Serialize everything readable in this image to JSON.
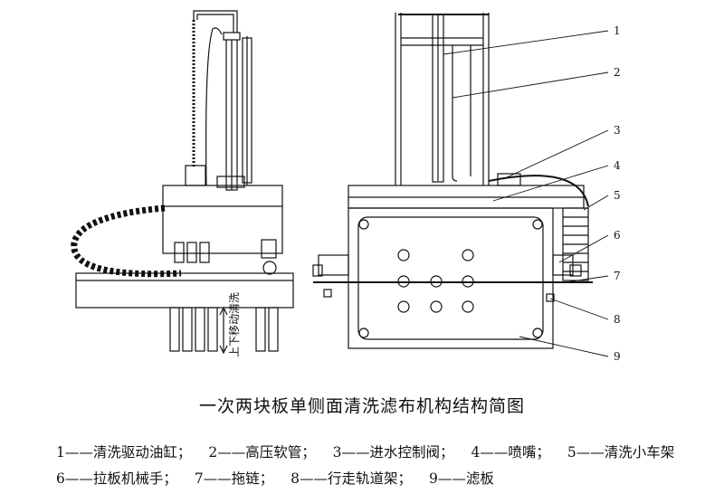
{
  "figure": {
    "caption": "一次两块板单侧面清洗滤布机构结构简图",
    "motion_label": "上下移动清洗",
    "callouts": [
      "1",
      "2",
      "3",
      "4",
      "5",
      "6",
      "7",
      "8",
      "9"
    ],
    "legend_row1": [
      {
        "num": "1",
        "text": "清洗驱动油缸；"
      },
      {
        "num": "2",
        "text": "高压软管；"
      },
      {
        "num": "3",
        "text": "进水控制阀；"
      },
      {
        "num": "4",
        "text": "喷嘴；"
      },
      {
        "num": "5",
        "text": "清洗小车架"
      }
    ],
    "legend_row2": [
      {
        "num": "6",
        "text": "拉板机械手；"
      },
      {
        "num": "7",
        "text": "拖链；"
      },
      {
        "num": "8",
        "text": "行走轨道架；"
      },
      {
        "num": "9",
        "text": "滤板"
      }
    ],
    "dash": "——"
  }
}
